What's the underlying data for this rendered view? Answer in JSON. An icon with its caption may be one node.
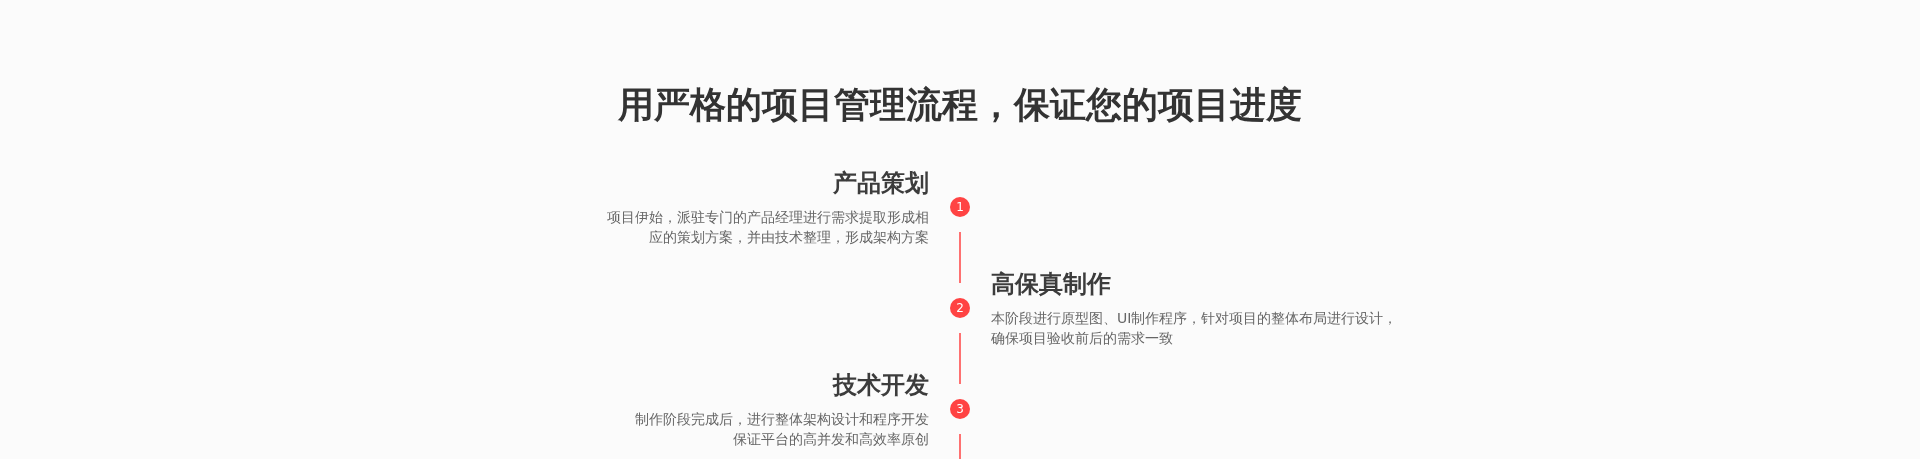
{
  "diagram": {
    "title": "用严格的项目管理流程，保证您的项目进度",
    "nodes": [
      {
        "text": [
          "1"
        ],
        "beside": [
          "产品策划",
          "项目伊始，派驻专门的产品经理进行需求提取形成相应的策划方案，并由技术整理，形成架构方案"
        ]
      },
      {
        "text": [
          "2"
        ],
        "beside": [
          "高保真制作",
          "本阶段进行原型图、UI制作程序，针对项目的整体布局进行设计，确保项目验收前后的需求一致"
        ]
      },
      {
        "text": [
          "3"
        ],
        "beside": [
          "技术开发",
          "制作阶段完成后，进行整体架构设计和程序开发保证平台的高并发和高效率原创"
        ]
      }
    ],
    "edges": [
      {
        "from": 0,
        "to": 1,
        "arrow": "none"
      },
      {
        "from": 1,
        "to": 2,
        "arrow": "none"
      },
      {
        "from": 2,
        "to": null,
        "arrow": "none"
      }
    ]
  }
}
